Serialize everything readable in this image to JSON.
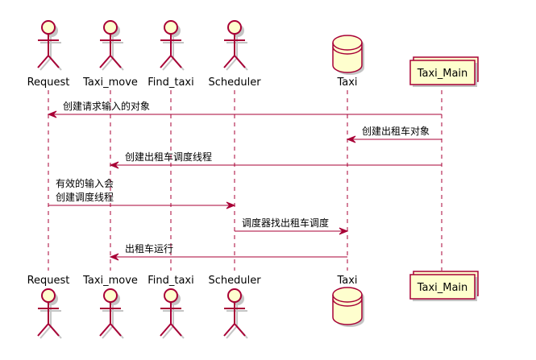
{
  "participants": [
    {
      "id": "request",
      "label": "Request",
      "kind": "actor"
    },
    {
      "id": "taxi_move",
      "label": "Taxi_move",
      "kind": "actor"
    },
    {
      "id": "find_taxi",
      "label": "Find_taxi",
      "kind": "actor"
    },
    {
      "id": "scheduler",
      "label": "Scheduler",
      "kind": "actor"
    },
    {
      "id": "taxi",
      "label": "Taxi",
      "kind": "database"
    },
    {
      "id": "taxi_main",
      "label": "Taxi_Main",
      "kind": "collections"
    }
  ],
  "messages": [
    {
      "from": "taxi_main",
      "to": "request",
      "lines": [
        "创建请求输入的对象"
      ]
    },
    {
      "from": "taxi_main",
      "to": "taxi",
      "lines": [
        "创建出租车对象"
      ]
    },
    {
      "from": "taxi_main",
      "to": "taxi_move",
      "lines": [
        "创建出租车调度线程"
      ]
    },
    {
      "from": "request",
      "to": "scheduler",
      "lines": [
        "有效的输入会",
        "创建调度线程"
      ]
    },
    {
      "from": "scheduler",
      "to": "taxi",
      "lines": [
        "调度器找出租车调度"
      ]
    },
    {
      "from": "taxi",
      "to": "taxi_move",
      "lines": [
        "出租车运行"
      ]
    }
  ],
  "colors": {
    "border": "#A80036",
    "fill": "#FEFECE",
    "shadow": "#C4C4C4"
  }
}
